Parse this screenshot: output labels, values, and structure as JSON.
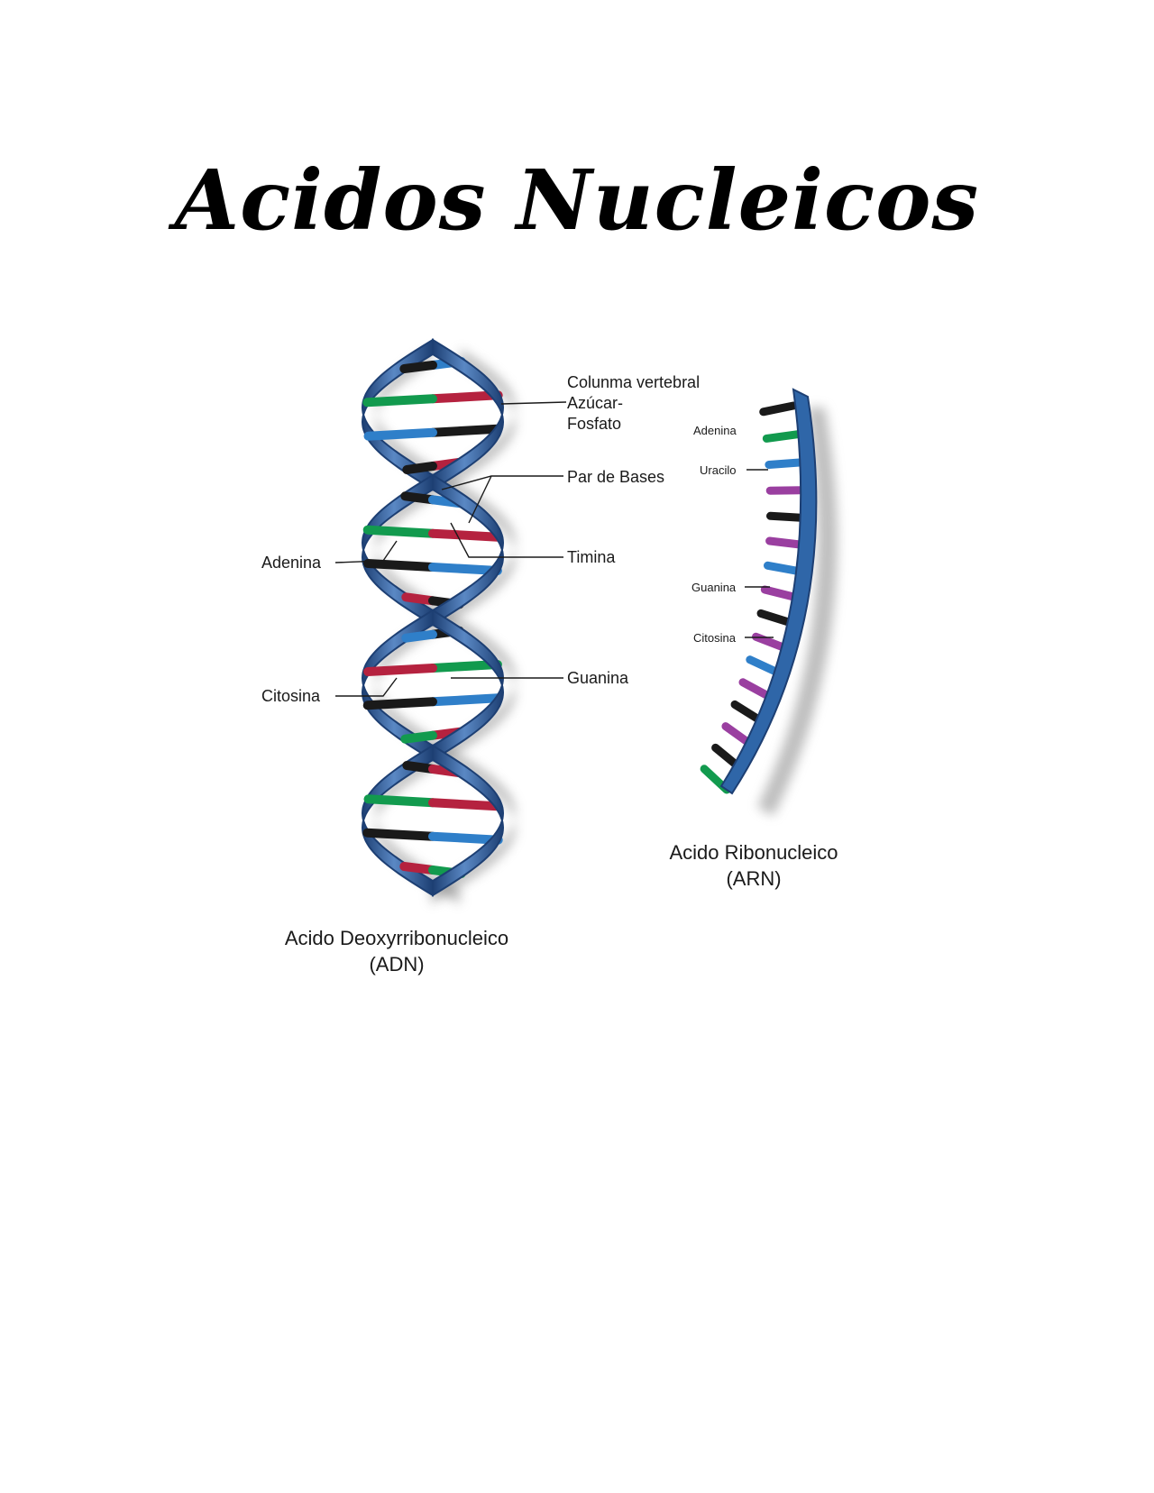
{
  "title": "Acidos Nucleicos",
  "colors": {
    "backbone": "#2f66a8",
    "backbone_dark": "#1d3f73",
    "black_base": "#1a1a1a",
    "red_base": "#b5223f",
    "green_base": "#129a4e",
    "blue_base": "#2f7fc9",
    "purple_base": "#9a3fa0"
  },
  "dna": {
    "labels": {
      "backbone_line1": "Colunma vertebral",
      "backbone_line2": "Azúcar-",
      "backbone_line3": "Fosfato",
      "base_pair": "Par de Bases",
      "thymine": "Timina",
      "adenine": "Adenina",
      "guanine": "Guanina",
      "cytosine": "Citosina"
    },
    "caption_line1": "Acido Deoxyrribonucleico",
    "caption_line2": "(ADN)"
  },
  "rna": {
    "labels": {
      "adenine": "Adenina",
      "uracil": "Uracilo",
      "guanine": "Guanina",
      "cytosine": "Citosina"
    },
    "caption_line1": "Acido Ribonucleico",
    "caption_line2": "(ARN)"
  }
}
